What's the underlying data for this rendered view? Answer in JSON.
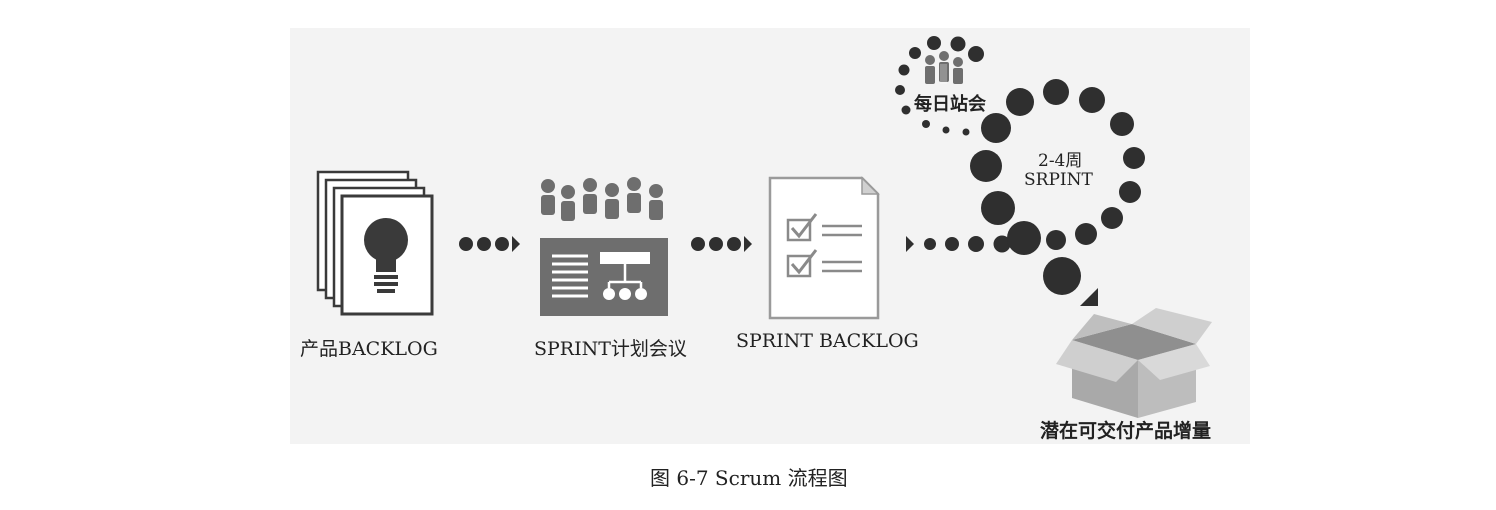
{
  "diagram": {
    "nodes": {
      "product_backlog": "产品BACKLOG",
      "sprint_planning": "SPRINT计划会议",
      "sprint_backlog": "SPRINT BACKLOG",
      "daily_standup": "每日站会",
      "sprint_duration": "2-4周",
      "sprint_name": "SRPINT",
      "increment": "潜在可交付产品增量"
    },
    "caption": "图 6-7    Scrum 流程图",
    "colors": {
      "dark": "#3a3a3a",
      "mid": "#6e6e6e",
      "light": "#a8a8a8",
      "paper": "#ffffff",
      "box": "#c7c7c7"
    },
    "icons": {
      "product_backlog": "stacked-documents-lightbulb-icon",
      "sprint_planning": "team-meeting-board-icon",
      "sprint_backlog": "checklist-document-icon",
      "daily_standup": "team-people-icon",
      "increment": "open-box-icon"
    }
  }
}
